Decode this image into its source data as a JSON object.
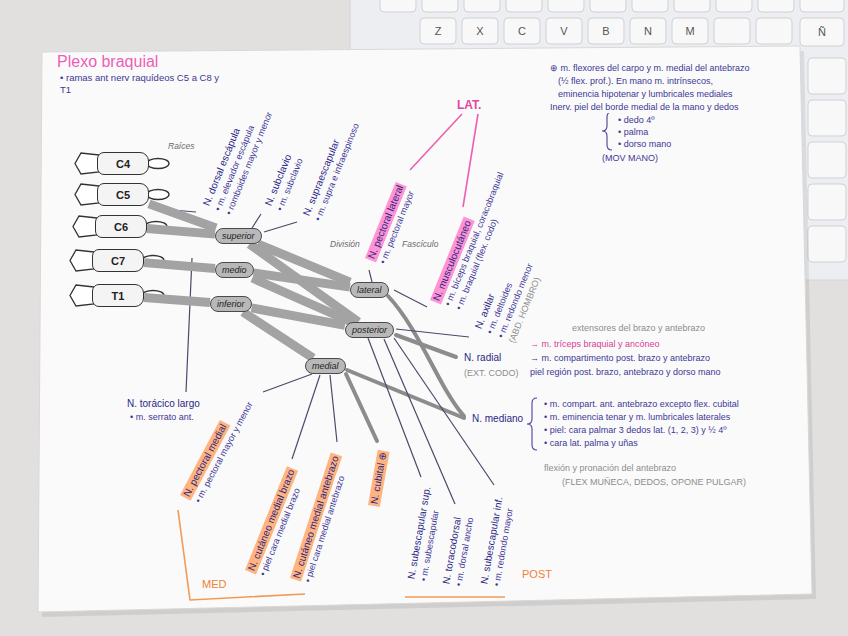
{
  "diagram": {
    "title": "Plexo braquial",
    "nodes": [
      {
        "text": [
          "C4"
        ]
      },
      {
        "text": [
          "C5"
        ]
      },
      {
        "text": [
          "C6"
        ]
      },
      {
        "text": [
          "C7"
        ]
      },
      {
        "text": [
          "T1"
        ]
      },
      {
        "text": [
          "superior"
        ]
      },
      {
        "text": [
          "medio"
        ]
      },
      {
        "text": [
          "inferior"
        ]
      },
      {
        "text": [
          "lateral"
        ]
      },
      {
        "text": [
          "posterior"
        ]
      },
      {
        "text": [
          "medial"
        ]
      }
    ],
    "edges": [
      {
        "from": 1,
        "to": 5,
        "arrow": "none"
      },
      {
        "from": 2,
        "to": 5,
        "arrow": "none"
      },
      {
        "from": 3,
        "to": 6,
        "arrow": "none"
      },
      {
        "from": 4,
        "to": 7,
        "arrow": "none"
      },
      {
        "from": 5,
        "to": 8,
        "arrow": "none"
      },
      {
        "from": 6,
        "to": 8,
        "arrow": "none"
      },
      {
        "from": 5,
        "to": 9,
        "arrow": "none"
      },
      {
        "from": 6,
        "to": 9,
        "arrow": "none"
      },
      {
        "from": 7,
        "to": 9,
        "arrow": "none"
      },
      {
        "from": 7,
        "to": 10,
        "arrow": "none"
      }
    ],
    "labels": [
      "Z",
      "X",
      "C",
      "V",
      "B",
      "N",
      "M",
      "Ñ",
      "• ramas ant nerv raquídeos C5 a C8 y T1",
      "Raíces",
      "N. dorsal escápula",
      "• m. elevador escápula",
      "• romboides mayor y menor",
      "N. subclavio",
      "• m. subclavio",
      "N. supraescapular",
      "• m. supra e infraespinoso",
      "División",
      "Fascículo",
      "LAT.",
      "N. pectoral lateral",
      "• m. pectoral mayor",
      "N. musculocutáneo",
      "• m. bíceps braquial, coracobraquial",
      "• m. braquial (flex. codo)",
      "N. axilar",
      "• m. deltoides",
      "• m. redondo menor",
      "(ABD. HOMBRO)",
      "⊕ m. flexores del carpo y m. medial del antebrazo",
      "(½ flex. prof.). En mano m. intrínsecos,",
      "eminencia hipotenar y lumbricales mediales",
      "Inerv. piel del borde medial de la mano y dedos",
      "• dedo 4º",
      "• palma",
      "• dorso mano",
      "(MOV MANO)",
      "N. radial",
      "(EXT. CODO)",
      "extensores del brazo y antebrazo",
      "→ m. tríceps braquial y ancóneo",
      "→ m. compartimento post. brazo y antebrazo",
      "piel región post. brazo, antebrazo y dorso mano",
      "N. mediano",
      "• m. compart. ant. antebrazo excepto flex. cubital",
      "• m. eminencia tenar y m. lumbricales laterales",
      "• piel: cara palmar 3 dedos lat. (1, 2, 3) y ½ 4º",
      "• cara lat. palma y uñas",
      "flexión y pronación del antebrazo",
      "(FLEX MUÑECA, DEDOS, OPONE PULGAR)",
      "N. torácico largo",
      "• m. serrato ant.",
      "N. pectoral medial",
      "• m. pectoral mayor y menor",
      "N. cutáneo medial brazo",
      "• piel cara medial brazo",
      "N. cutáneo medial antebrazo",
      "• piel cara medial antebrazo",
      "N. cubital ⊕",
      "N. subescapular sup.",
      "• m. subescapular",
      "N. toracodorsal",
      "• m. dorsal ancho",
      "N. subescapular inf.",
      "• m. redondo mayor",
      "MED",
      "POST"
    ]
  }
}
